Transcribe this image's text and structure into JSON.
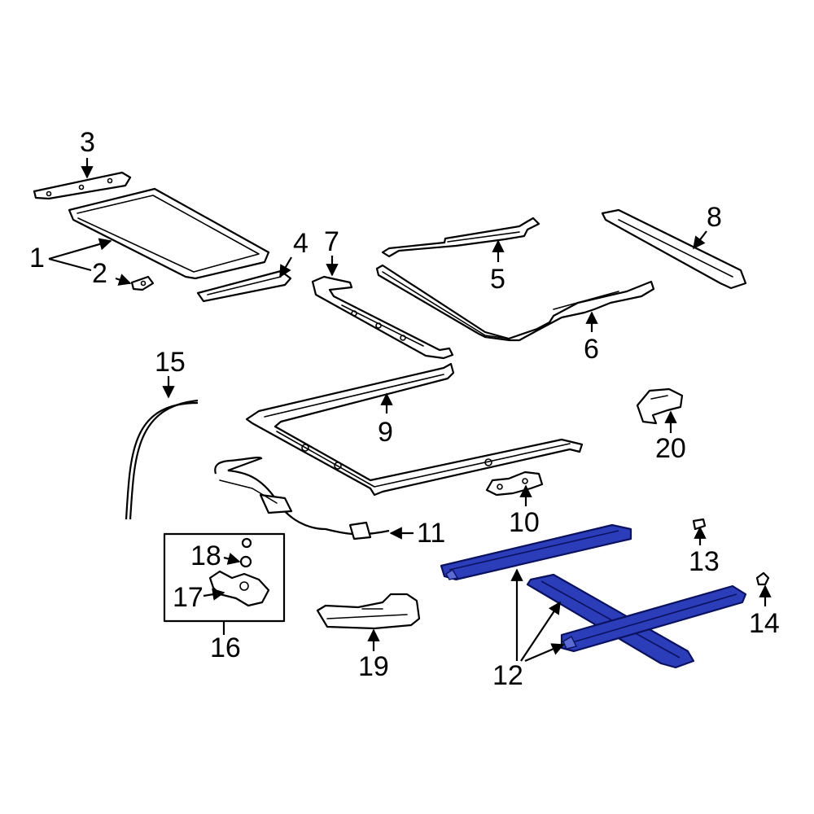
{
  "callouts": {
    "c1": "1",
    "c2": "2",
    "c3": "3",
    "c4": "4",
    "c5": "5",
    "c6": "6",
    "c7": "7",
    "c8": "8",
    "c9": "9",
    "c10": "10",
    "c11": "11",
    "c12": "12",
    "c13": "13",
    "c14": "14",
    "c15": "15",
    "c16": "16",
    "c17": "17",
    "c18": "18",
    "c19": "19",
    "c20": "20"
  },
  "highlighted_part": "12",
  "colors": {
    "highlight": "#2b3db8",
    "line": "#000000",
    "background": "#ffffff"
  }
}
